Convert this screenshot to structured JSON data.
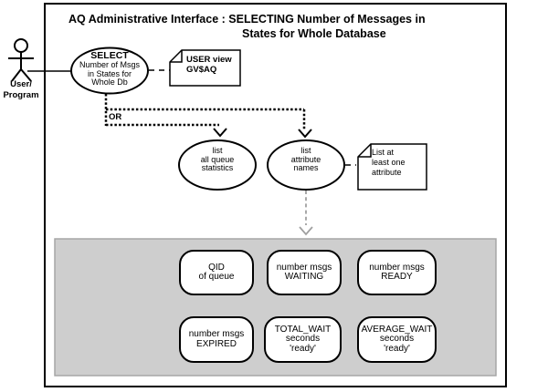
{
  "title": {
    "line1": "AQ Administrative Interface : SELECTING Number of Messages in",
    "line2": "States for Whole Database"
  },
  "actor": {
    "line1": "User/",
    "line2": "Program"
  },
  "usecase_select": {
    "line1": "SELECT",
    "line2": "Number of Msgs",
    "line3": "in States for",
    "line4": "Whole Db"
  },
  "note_user_view": {
    "line1": "USER view",
    "line2": "GV$AQ"
  },
  "or_label": "OR",
  "usecase_list_stats": {
    "line1": "list",
    "line2": "all queue",
    "line3": "statistics"
  },
  "usecase_list_attrs": {
    "line1": "list",
    "line2": "attribute",
    "line3": "names"
  },
  "note_attribute": {
    "line1": "List at",
    "line2": "least one",
    "line3": "attribute"
  },
  "results": [
    {
      "id": "qid",
      "lines": [
        "QID",
        "of queue"
      ]
    },
    {
      "id": "waiting",
      "lines": [
        "number msgs",
        "WAITING"
      ]
    },
    {
      "id": "ready",
      "lines": [
        "number msgs",
        "READY"
      ]
    },
    {
      "id": "expired",
      "lines": [
        "number msgs",
        "EXPIRED"
      ]
    },
    {
      "id": "total-wait",
      "lines": [
        "TOTAL_WAIT",
        "seconds",
        "'ready'"
      ]
    },
    {
      "id": "average-wait",
      "lines": [
        "AVERAGE_WAIT",
        "seconds",
        "'ready'"
      ]
    }
  ],
  "colors": {
    "line": "#000000",
    "panel_bg": "#cecece",
    "panel_border": "#a6a6a6",
    "gray_arrow": "#a0a0a0"
  }
}
